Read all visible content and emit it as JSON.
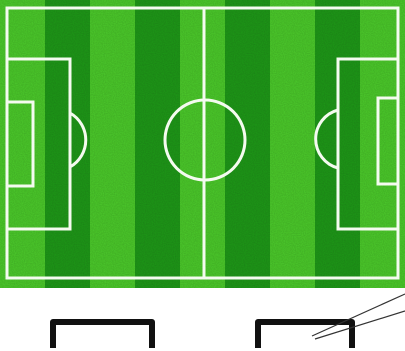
{
  "colors": {
    "grass_dark": "#1f9a18",
    "grass_light": "#4ccb2c",
    "pitch_lines": "#f4fbef",
    "goal_frame": "#111111",
    "background": "#ffffff"
  },
  "pitch": {
    "stripes": 9,
    "markings": [
      "outer-boundary",
      "halfway-line",
      "center-circle",
      "penalty-areas",
      "goal-areas",
      "penalty-arcs"
    ]
  },
  "goals": {
    "count": 2,
    "view": "front"
  }
}
